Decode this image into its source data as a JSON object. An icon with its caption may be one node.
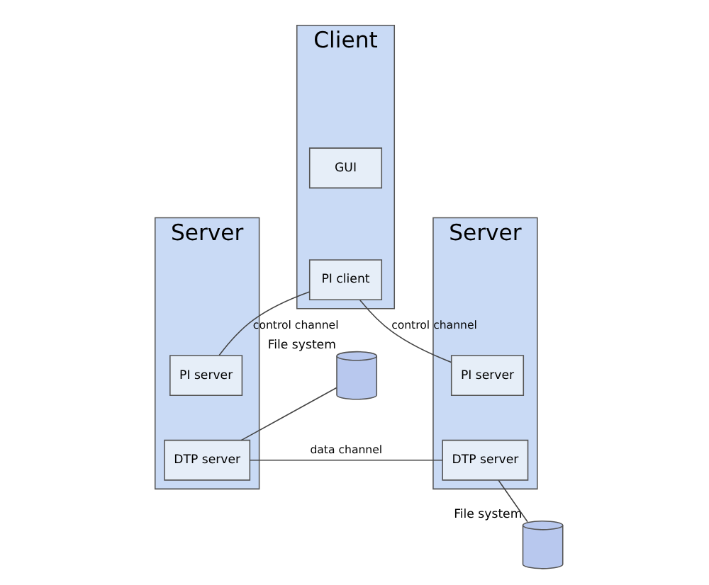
{
  "diagram": {
    "nodes": [
      {
        "text": [
          "Client"
        ]
      },
      {
        "text": [
          "GUI"
        ],
        "in": 0
      },
      {
        "text": [
          "PI client"
        ],
        "in": 0
      },
      {
        "text": [
          "Server"
        ]
      },
      {
        "text": [
          "PI server"
        ],
        "in": 3
      },
      {
        "text": [
          "DTP server"
        ],
        "in": 3
      },
      {
        "text": [
          "Server"
        ]
      },
      {
        "text": [
          "PI server"
        ],
        "in": 6
      },
      {
        "text": [
          "DTP server"
        ],
        "in": 6
      },
      {
        "text": [],
        "shape": "cylinder",
        "beside": [
          "File system"
        ]
      },
      {
        "text": [],
        "shape": "cylinder",
        "beside": [
          "File system"
        ]
      }
    ],
    "edges": [
      {
        "from": 2,
        "to": 4,
        "arrow": "none",
        "label": "control channel"
      },
      {
        "from": 2,
        "to": 7,
        "arrow": "none",
        "label": "control channel"
      },
      {
        "from": 5,
        "to": 8,
        "arrow": "none",
        "label": "data channel"
      },
      {
        "from": 9,
        "to": 5,
        "arrow": "none"
      },
      {
        "from": 8,
        "to": 10,
        "arrow": "none"
      }
    ]
  }
}
